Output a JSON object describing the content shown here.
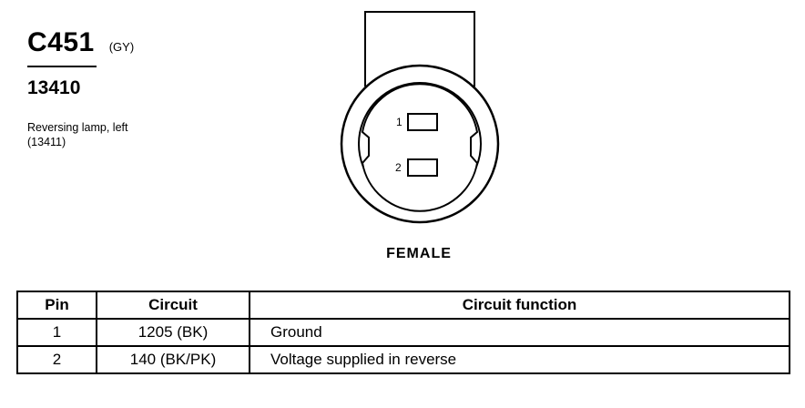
{
  "connector": {
    "id": "C451",
    "color": "(GY)",
    "part_number": "13410",
    "description_line1": "Reversing lamp, left",
    "description_line2": "(13411)"
  },
  "diagram": {
    "pin_labels": [
      "1",
      "2"
    ],
    "gender": "FEMALE"
  },
  "table": {
    "headers": [
      "Pin",
      "Circuit",
      "Circuit function"
    ],
    "rows": [
      {
        "pin": "1",
        "circuit": "1205 (BK)",
        "function": "Ground"
      },
      {
        "pin": "2",
        "circuit": "140 (BK/PK)",
        "function": "Voltage supplied in reverse"
      }
    ]
  }
}
